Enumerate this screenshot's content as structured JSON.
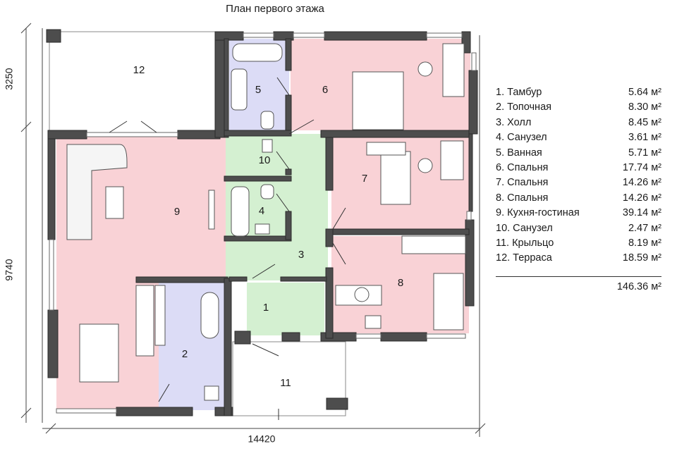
{
  "title": "План первого этажа",
  "dimensions": {
    "terrace_depth": "3250",
    "house_depth": "9740",
    "total_width": "14420"
  },
  "room_numbers": [
    "1",
    "2",
    "3",
    "4",
    "5",
    "6",
    "7",
    "8",
    "9",
    "10",
    "11",
    "12"
  ],
  "legend": [
    {
      "label": "1. Тамбур",
      "area": "5.64 м²"
    },
    {
      "label": "2. Топочная",
      "area": "8.30 м²"
    },
    {
      "label": "3. Холл",
      "area": "8.45 м²"
    },
    {
      "label": "4. Санузел",
      "area": "3.61 м²"
    },
    {
      "label": "5. Ванная",
      "area": "5.71 м²"
    },
    {
      "label": "6. Спальня",
      "area": "17.74 м²"
    },
    {
      "label": "7. Спальня",
      "area": "14.26 м²"
    },
    {
      "label": "8. Спальня",
      "area": "14.26 м²"
    },
    {
      "label": "9. Кухня-гостиная",
      "area": "39.14 м²"
    },
    {
      "label": "10. Санузел",
      "area": "2.47 м²"
    },
    {
      "label": "11. Крыльцо",
      "area": "8.19 м²"
    },
    {
      "label": "12. Терраса",
      "area": "18.59 м²"
    }
  ],
  "total_area": "146.36 м²",
  "colors": {
    "living": "#f9d2d6",
    "wet": "#dcdcf6",
    "hall": "#d4f0d1",
    "wall": "#4d4d4d"
  }
}
